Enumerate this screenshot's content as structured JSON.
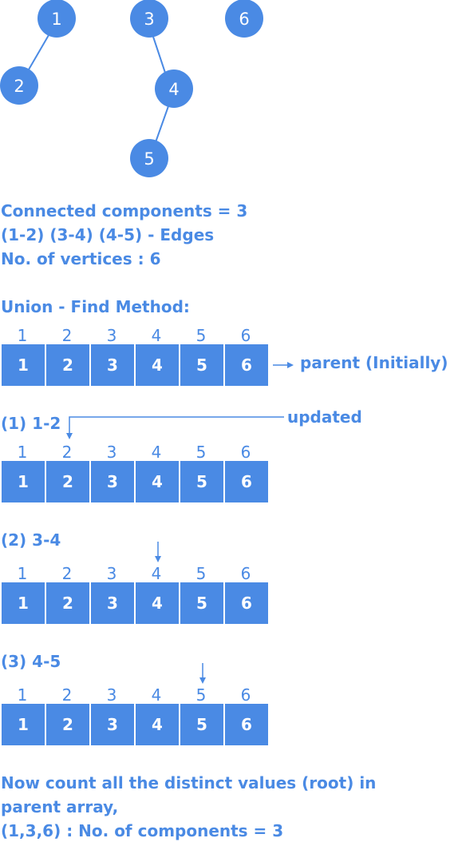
{
  "graph": {
    "nodes": [
      {
        "id": "1",
        "label": "1"
      },
      {
        "id": "2",
        "label": "2"
      },
      {
        "id": "3",
        "label": "3"
      },
      {
        "id": "4",
        "label": "4"
      },
      {
        "id": "5",
        "label": "5"
      },
      {
        "id": "6",
        "label": "6"
      }
    ],
    "edges": [
      {
        "from": "1",
        "to": "2"
      },
      {
        "from": "3",
        "to": "4"
      },
      {
        "from": "4",
        "to": "5"
      }
    ]
  },
  "summary": {
    "line1": "Connected components = 3",
    "line2": "(1-2) (3-4) (4-5) - Edges",
    "line3": "No. of vertices : 6"
  },
  "method_title": "Union - Find Method:",
  "arrays": {
    "indices": [
      "1",
      "2",
      "3",
      "4",
      "5",
      "6"
    ],
    "initial": {
      "values": [
        "1",
        "2",
        "3",
        "4",
        "5",
        "6"
      ],
      "note": "parent (Initially)"
    },
    "steps": [
      {
        "label": "(1)   1-2",
        "values": [
          "1",
          "2",
          "3",
          "4",
          "5",
          "6"
        ],
        "note": "updated"
      },
      {
        "label": "(2)   3-4",
        "values": [
          "1",
          "2",
          "3",
          "4",
          "5",
          "6"
        ]
      },
      {
        "label": "(3)   4-5",
        "values": [
          "1",
          "2",
          "3",
          "4",
          "5",
          "6"
        ]
      }
    ]
  },
  "conclusion": {
    "line1": "Now count all the distinct values (root) in",
    "line2": "parent array,",
    "line3": "(1,3,6) : No. of components = 3"
  },
  "colors": {
    "accent": "#4a8ae4",
    "text_on_accent": "#ffffff"
  }
}
